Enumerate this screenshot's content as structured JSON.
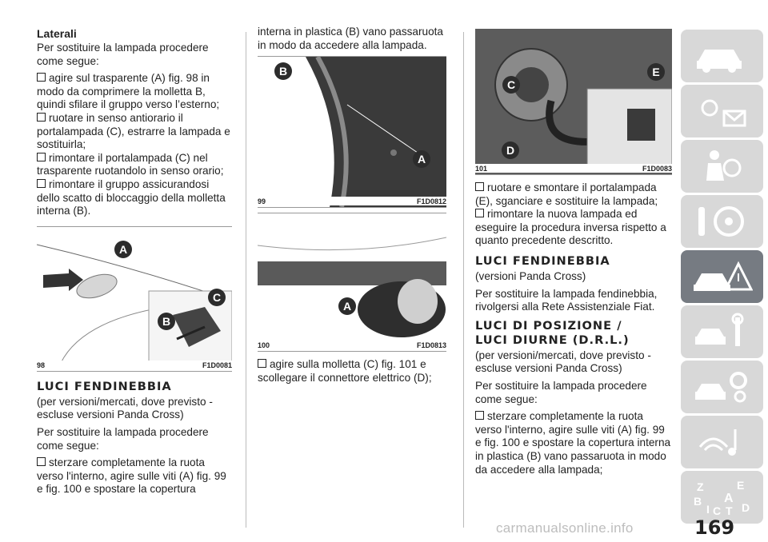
{
  "page_number": "169",
  "watermark": "carmanualsonline.info",
  "col1": {
    "lat_title": "Laterali",
    "lat_intro": "Per sostituire la lampada procedere come segue:",
    "lat_steps": [
      "agire sul trasparente (A) fig. 98 in modo da comprimere la molletta B, quindi sfilare il gruppo verso l’esterno;",
      "ruotare in senso antiorario il portalampada (C), estrarre la lampada e sostituirla;",
      "rimontare il portalampada (C) nel trasparente ruotandolo in senso orario;",
      "rimontare il gruppo assicurandosi dello scatto di bloccaggio della molletta interna (B)."
    ],
    "fig98": {
      "num": "98",
      "code": "F1D0081",
      "labels": [
        "A",
        "B",
        "C"
      ]
    },
    "fend_title": "LUCI FENDINEBBIA",
    "fend_sub": "(per versioni/mercati, dove previsto - escluse versioni Panda Cross)",
    "fend_intro": "Per sostituire la lampada procedere come segue:",
    "fend_step1": "sterzare completamente la ruota verso l'interno, agire sulle viti (A) fig. 99 e fig. 100 e spostare la copertura"
  },
  "col2": {
    "cont": "interna in plastica (B) vano passaruota in modo da accedere alla lampada.",
    "fig99": {
      "num": "99",
      "code": "F1D0812",
      "labels": [
        "A",
        "B"
      ]
    },
    "fig100": {
      "num": "100",
      "code": "F1D0813",
      "labels": [
        "A"
      ]
    },
    "step": "agire sulla molletta (C) fig. 101 e scollegare il connettore elettrico (D);"
  },
  "col3": {
    "fig101": {
      "num": "101",
      "code": "F1D0083",
      "labels": [
        "C",
        "D",
        "E"
      ]
    },
    "steps": [
      "ruotare e smontare il portalampada (E), sganciare e sostituire la lampada;",
      "rimontare la nuova lampada ed eseguire la procedura inversa rispetto a quanto precedente descritto."
    ],
    "fend_title": "LUCI FENDINEBBIA",
    "fend_sub": "(versioni Panda Cross)",
    "fend_text": "Per sostituire la lampada fendinebbia, rivolgersi alla Rete Assistenziale Fiat.",
    "pos_title_1": "LUCI DI POSIZIONE /",
    "pos_title_2": "LUCI DIURNE (D.R.L.)",
    "pos_sub": "(per versioni/mercati, dove previsto - escluse versioni Panda Cross)",
    "pos_intro": "Per sostituire la lampada procedere come segue:",
    "pos_step": "sterzare completamente la ruota verso l'interno, agire sulle viti (A) fig. 99 e fig. 100 e spostare la copertura interna in plastica (B) vano passaruota in modo da accedere alla lampada;"
  },
  "sidebar": {
    "tabs": [
      {
        "name": "car-dashboard-icon",
        "active": false
      },
      {
        "name": "warning-lights-icon",
        "active": false
      },
      {
        "name": "airbag-safety-icon",
        "active": false
      },
      {
        "name": "key-steering-wheel-icon",
        "active": false
      },
      {
        "name": "emergency-icon",
        "active": true
      },
      {
        "name": "maintenance-icon",
        "active": false
      },
      {
        "name": "technical-data-icon",
        "active": false
      },
      {
        "name": "multimedia-icon",
        "active": false
      },
      {
        "name": "alphabetical-index-icon",
        "active": false
      }
    ],
    "index_letters": [
      "Z",
      "E",
      "B",
      "A",
      "I",
      "C",
      "T",
      "D"
    ]
  },
  "colors": {
    "tab_bg": "#d8d8d8",
    "tab_active": "#767b82",
    "label_bg": "#2c2c2c"
  }
}
